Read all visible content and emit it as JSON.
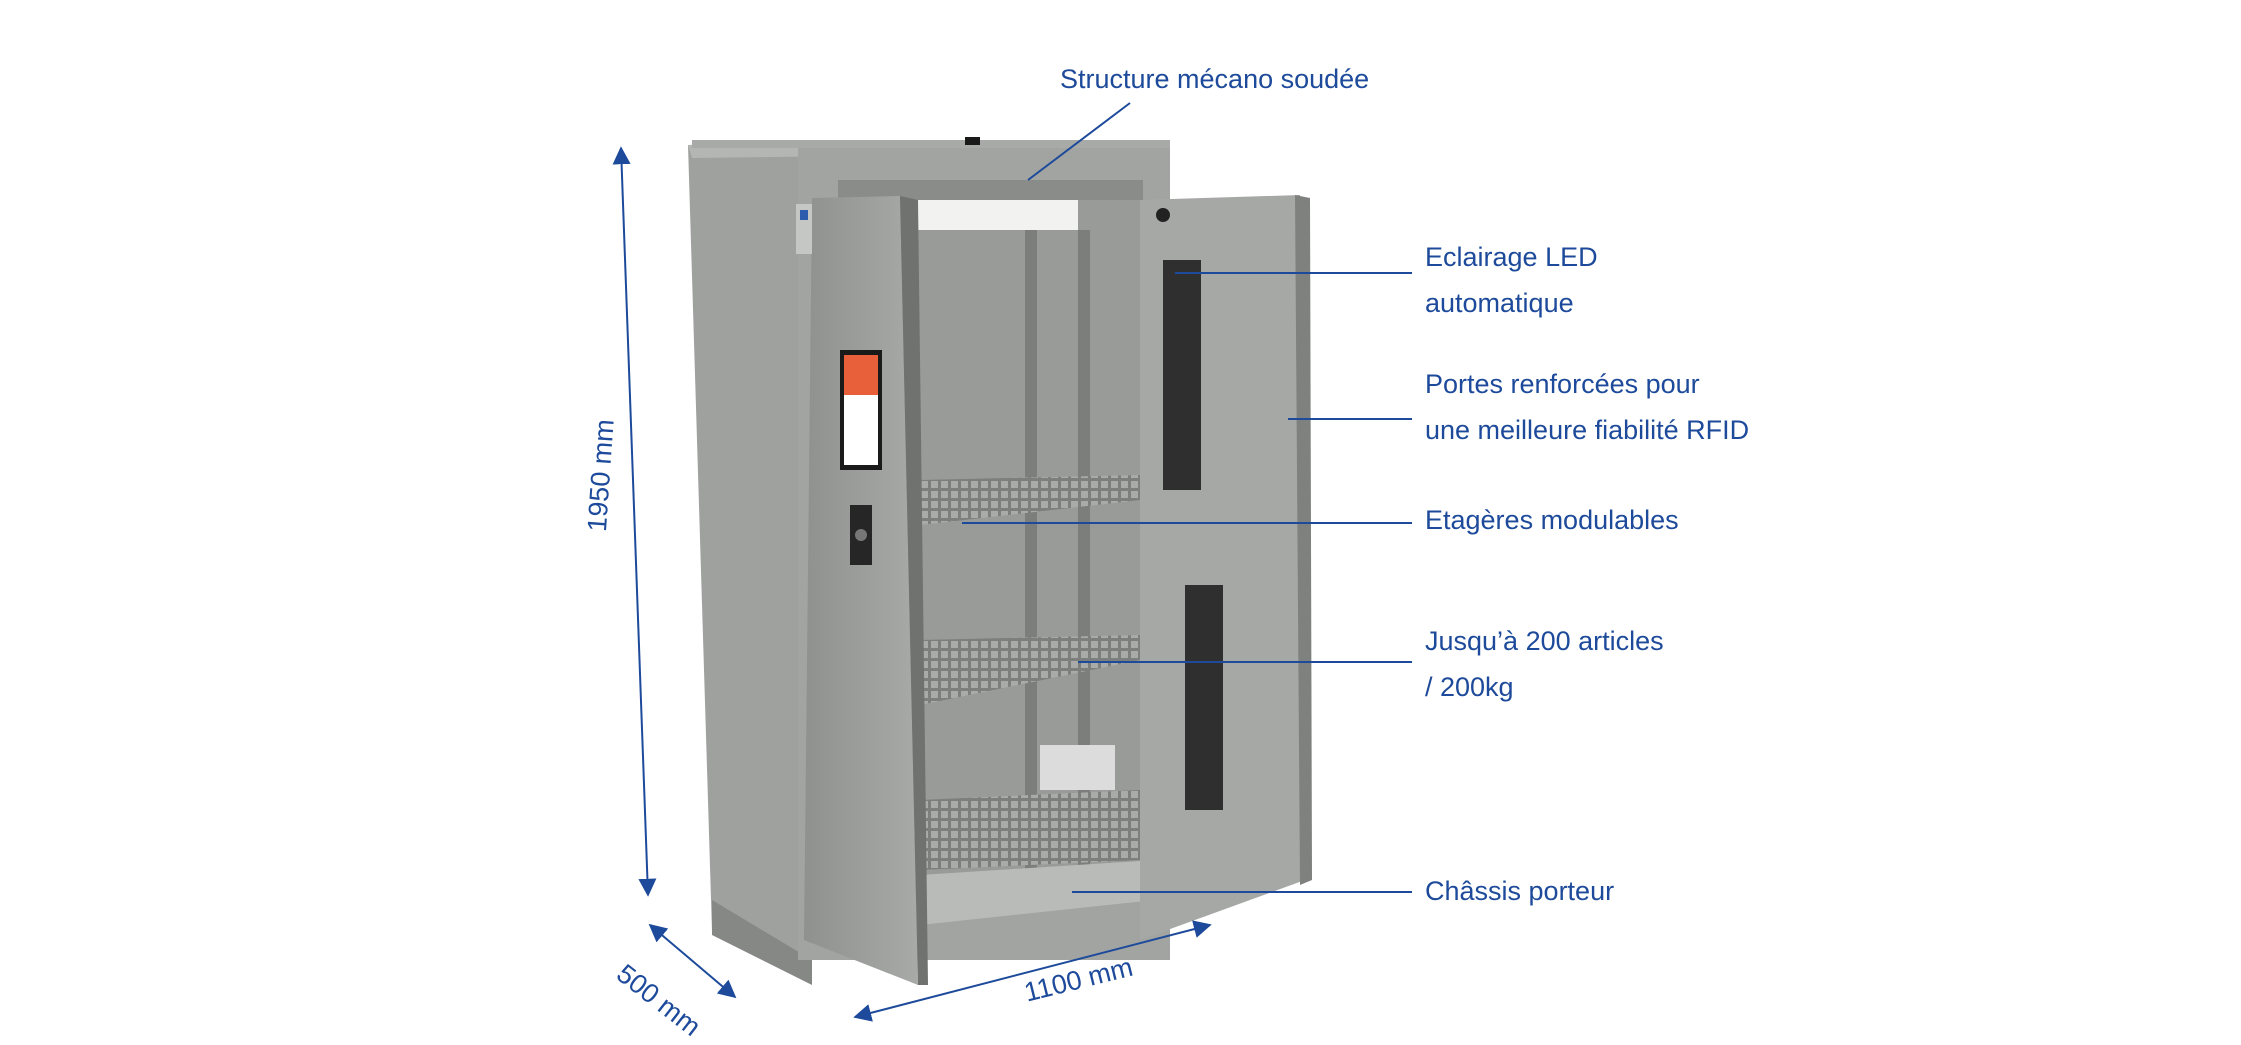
{
  "annotations": {
    "structure": "Structure mécano soudée",
    "led_line1": "Eclairage LED",
    "led_line2": "automatique",
    "doors_line1": "Portes renforcées pour",
    "doors_line2": "une meilleure fiabilité RFID",
    "shelves": "Etagères modulables",
    "capacity_line1": "Jusqu’à 200 articles",
    "capacity_line2": "/ 200kg",
    "chassis": "Châssis porteur"
  },
  "dimensions": {
    "height": "1950 mm",
    "depth": "500 mm",
    "width": "1100 mm"
  },
  "colors": {
    "accent": "#1d4a9a",
    "cabinet": "#9a9c9a",
    "interior": "#8e908e",
    "notice": "#e8603a"
  }
}
